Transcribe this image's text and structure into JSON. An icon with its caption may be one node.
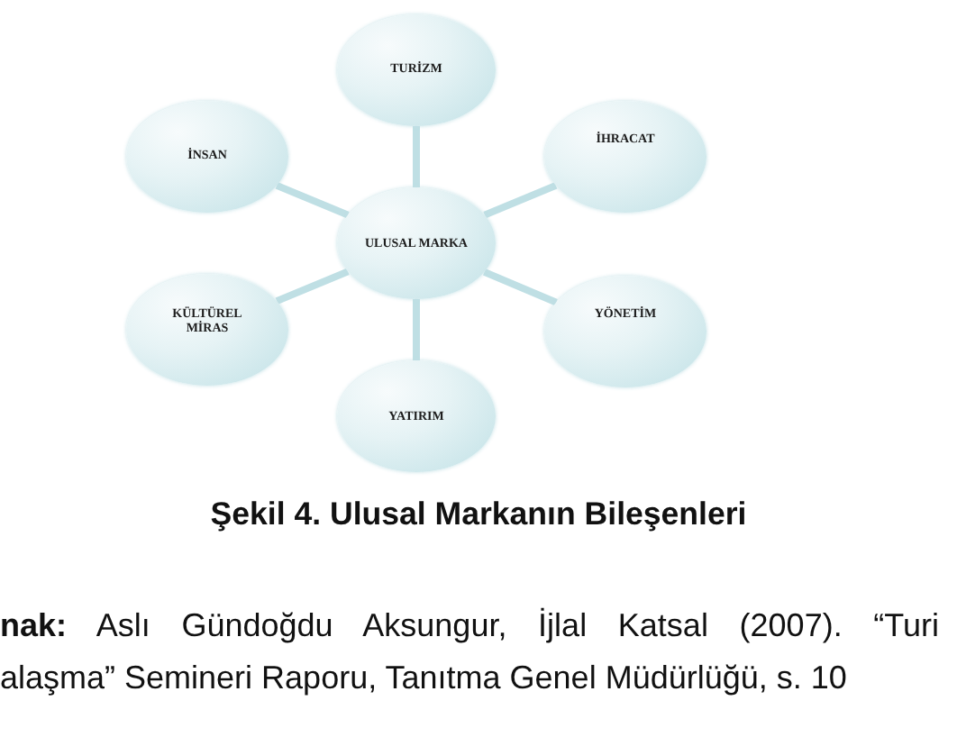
{
  "diagram": {
    "caption": "Şekil 4. Ulusal Markanın Bileşenleri",
    "nodes": [
      {
        "text": [
          "TURİZM"
        ]
      },
      {
        "text": [
          "İNSAN"
        ]
      },
      {
        "text": [
          "İHRACAT"
        ]
      },
      {
        "text": [
          "ULUSAL MARKA"
        ]
      },
      {
        "text": [
          "KÜLTÜREL MİRAS"
        ]
      },
      {
        "text": [
          "YÖNETİM"
        ]
      },
      {
        "text": [
          "YATIRIM"
        ]
      }
    ],
    "edges": [
      {
        "from": 3,
        "to": 0,
        "arrow": "none"
      },
      {
        "from": 3,
        "to": 1,
        "arrow": "none"
      },
      {
        "from": 3,
        "to": 2,
        "arrow": "none"
      },
      {
        "from": 3,
        "to": 4,
        "arrow": "none"
      },
      {
        "from": 3,
        "to": 5,
        "arrow": "none"
      },
      {
        "from": 3,
        "to": 6,
        "arrow": "none"
      }
    ],
    "labels": [
      "**nak:** Aslı Gündoğdu Aksungur, İjlal Katsal (2007). “Turi",
      "alaşma” Semineri Raporu, Tanıtma Genel Müdürlüğü, s. 10"
    ]
  }
}
